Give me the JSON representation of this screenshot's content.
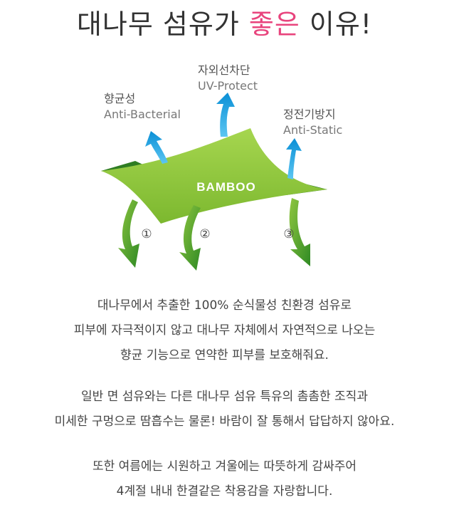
{
  "title": {
    "before": "대나무 섬유가 ",
    "highlight": "좋은",
    "after": " 이유!",
    "highlight_color": "#e8447d"
  },
  "diagram": {
    "center_label": "BAMBOO",
    "leaf_color": "#8dc63f",
    "up_arrow_color": "#1ea0e0",
    "down_arrow_color": "#3a9a2e",
    "features": [
      {
        "ko": "향균성",
        "en": "Anti-Bacterial",
        "icon": "up-arrow-icon"
      },
      {
        "ko": "자외선차단",
        "en": "UV-Protect",
        "icon": "up-arrow-icon"
      },
      {
        "ko": "정전기방지",
        "en": "Anti-Static",
        "icon": "up-arrow-icon"
      }
    ],
    "numbers": [
      "①",
      "②",
      "③"
    ]
  },
  "paragraphs": [
    [
      "대나무에서 추출한 100% 순식물성 친환경 섬유로",
      "피부에 자극적이지 않고 대나무 자체에서 자연적으로 나오는",
      "향균 기능으로 연약한 피부를 보호해줘요."
    ],
    [
      "일반 면 섬유와는 다른 대나무 섬유 특유의 촘촘한 조직과",
      "미세한 구멍으로 땀흡수는 물론! 바람이 잘 통해서 답답하지 않아요."
    ],
    [
      "또한 여름에는 시원하고 겨울에는 따뜻하게 감싸주어",
      "4계절 내내 한결같은 착용감을 자랑합니다."
    ]
  ]
}
